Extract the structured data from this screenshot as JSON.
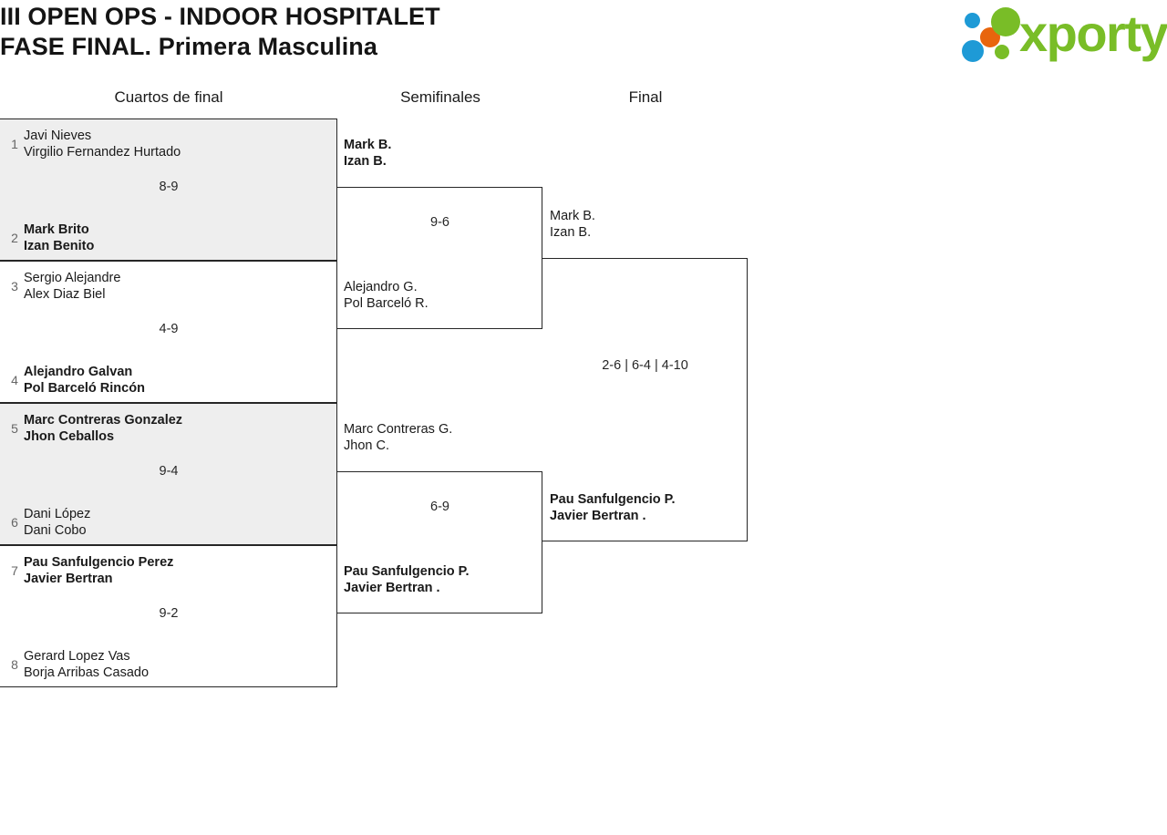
{
  "header": {
    "title_line_1": "III OPEN OPS - INDOOR HOSPITALET",
    "title_line_2": "FASE FINAL. Primera Masculina",
    "logo_text": "xporty",
    "logo_colors": {
      "green": "#79bd27",
      "blue": "#1e9ad6",
      "orange": "#e8650d"
    }
  },
  "rounds": [
    {
      "label": "Cuartos de final"
    },
    {
      "label": "Semifinales"
    },
    {
      "label": "Final"
    }
  ],
  "quarterfinals": [
    {
      "score": "8-9",
      "top": {
        "seed": "1",
        "player1": "Javi Nieves",
        "player2": "Virgilio Fernandez Hurtado",
        "winner": false
      },
      "bottom": {
        "seed": "2",
        "player1": "Mark Brito",
        "player2": "Izan Benito",
        "winner": true
      }
    },
    {
      "score": "4-9",
      "top": {
        "seed": "3",
        "player1": "Sergio Alejandre",
        "player2": "Alex Diaz Biel",
        "winner": false
      },
      "bottom": {
        "seed": "4",
        "player1": "Alejandro Galvan",
        "player2": "Pol Barceló Rincón",
        "winner": true
      }
    },
    {
      "score": "9-4",
      "top": {
        "seed": "5",
        "player1": "Marc Contreras Gonzalez",
        "player2": "Jhon Ceballos",
        "winner": true
      },
      "bottom": {
        "seed": "6",
        "player1": "Dani López",
        "player2": "Dani Cobo",
        "winner": false
      }
    },
    {
      "score": "9-2",
      "top": {
        "seed": "7",
        "player1": "Pau Sanfulgencio Perez",
        "player2": "Javier Bertran",
        "winner": true
      },
      "bottom": {
        "seed": "8",
        "player1": "Gerard Lopez Vas",
        "player2": "Borja Arribas Casado",
        "winner": false
      }
    }
  ],
  "semifinals": [
    {
      "score": "9-6",
      "top": {
        "player1": "Mark B.",
        "player2": "Izan B.",
        "winner": true
      },
      "bottom": {
        "player1": "Alejandro G.",
        "player2": "Pol Barceló R.",
        "winner": false
      }
    },
    {
      "score": "6-9",
      "top": {
        "player1": "Marc Contreras G.",
        "player2": "Jhon C.",
        "winner": false
      },
      "bottom": {
        "player1": "Pau Sanfulgencio P.",
        "player2": "Javier Bertran .",
        "winner": true
      }
    }
  ],
  "final": {
    "score": "2-6 | 6-4 | 4-10",
    "top": {
      "player1": "Mark B.",
      "player2": "Izan B.",
      "winner": false
    },
    "bottom": {
      "player1": "Pau Sanfulgencio P.",
      "player2": "Javier Bertran .",
      "winner": true
    }
  }
}
